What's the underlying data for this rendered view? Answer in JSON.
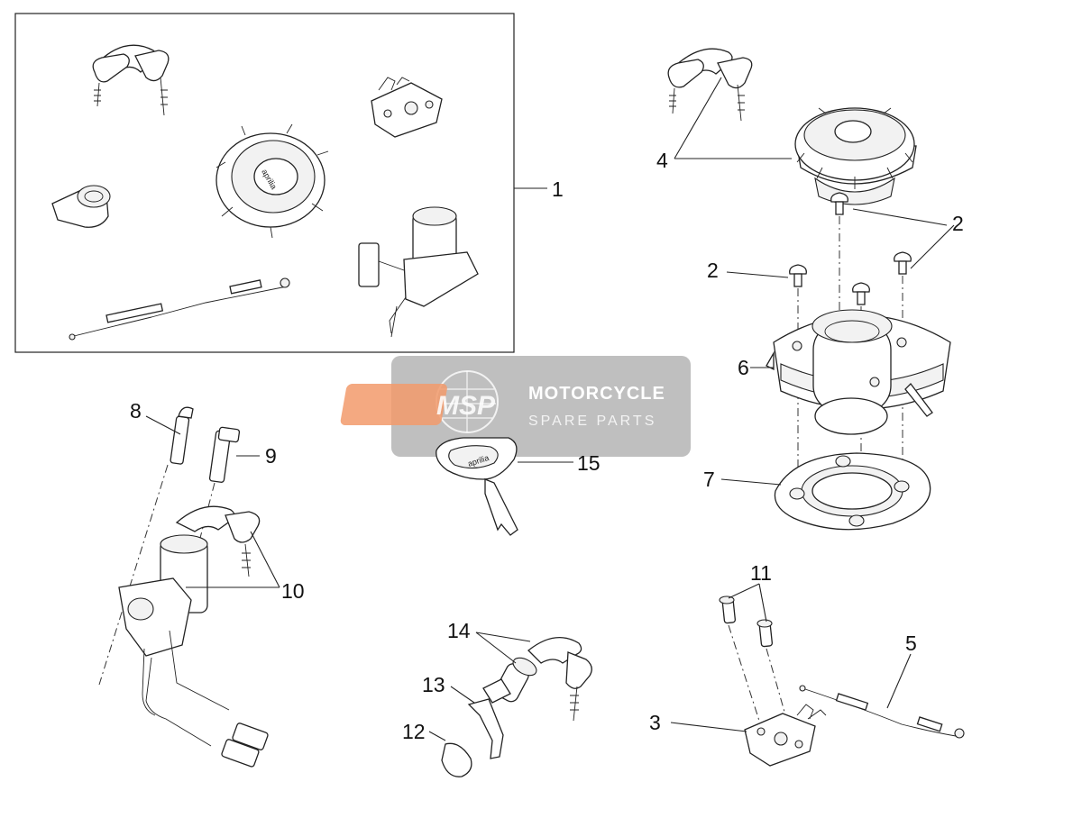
{
  "diagram": {
    "callouts": {
      "c1": "1",
      "c2a": "2",
      "c2b": "2",
      "c3": "3",
      "c4": "4",
      "c5": "5",
      "c6": "6",
      "c7": "7",
      "c8": "8",
      "c9": "9",
      "c10": "10",
      "c11": "11",
      "c12": "12",
      "c13": "13",
      "c14": "14",
      "c15": "15"
    },
    "key_brand_text": "aprilia"
  },
  "watermark": {
    "logo_text": "MSP",
    "title": "MOTORCYCLE",
    "subtitle": "SPARE PARTS",
    "logo_color": "#f29a6b",
    "panel_color": "#8a8a8a"
  }
}
